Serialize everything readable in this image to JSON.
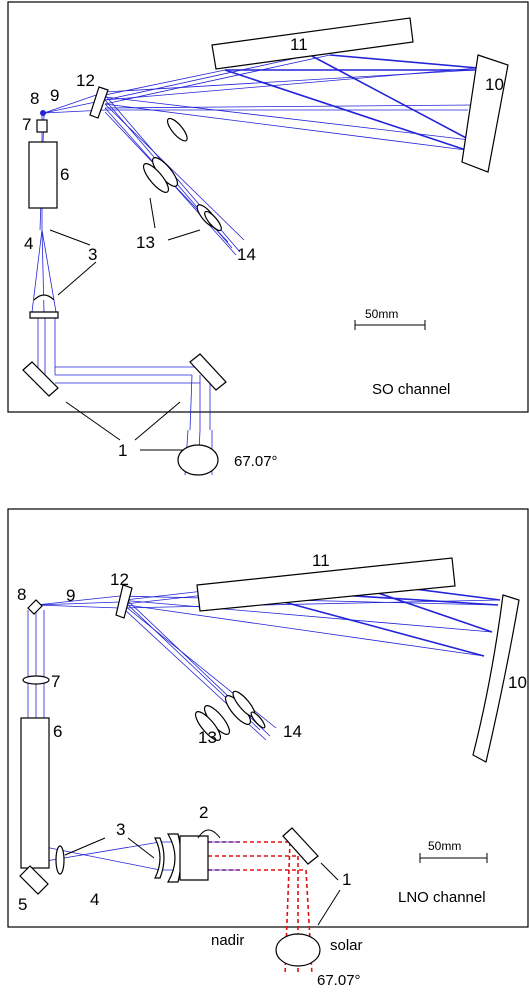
{
  "diagrams": [
    {
      "id": "so",
      "channel_label": "SO channel",
      "scale_label": "50mm",
      "angle_label": "67.07°",
      "component_labels": [
        "1",
        "3",
        "4",
        "6",
        "7",
        "8",
        "9",
        "10",
        "11",
        "12",
        "13",
        "14"
      ]
    },
    {
      "id": "lno",
      "channel_label": "LNO channel",
      "scale_label": "50mm",
      "angle_label": "67.07°",
      "nadir_label": "nadir",
      "solar_label": "solar",
      "component_labels": [
        "1",
        "2",
        "3",
        "4",
        "5",
        "6",
        "7",
        "8",
        "9",
        "10",
        "11",
        "12",
        "13",
        "14"
      ]
    }
  ],
  "colors": {
    "ray": "#2323d8",
    "nadir_ray": "#e01010",
    "frame": "#000000"
  }
}
